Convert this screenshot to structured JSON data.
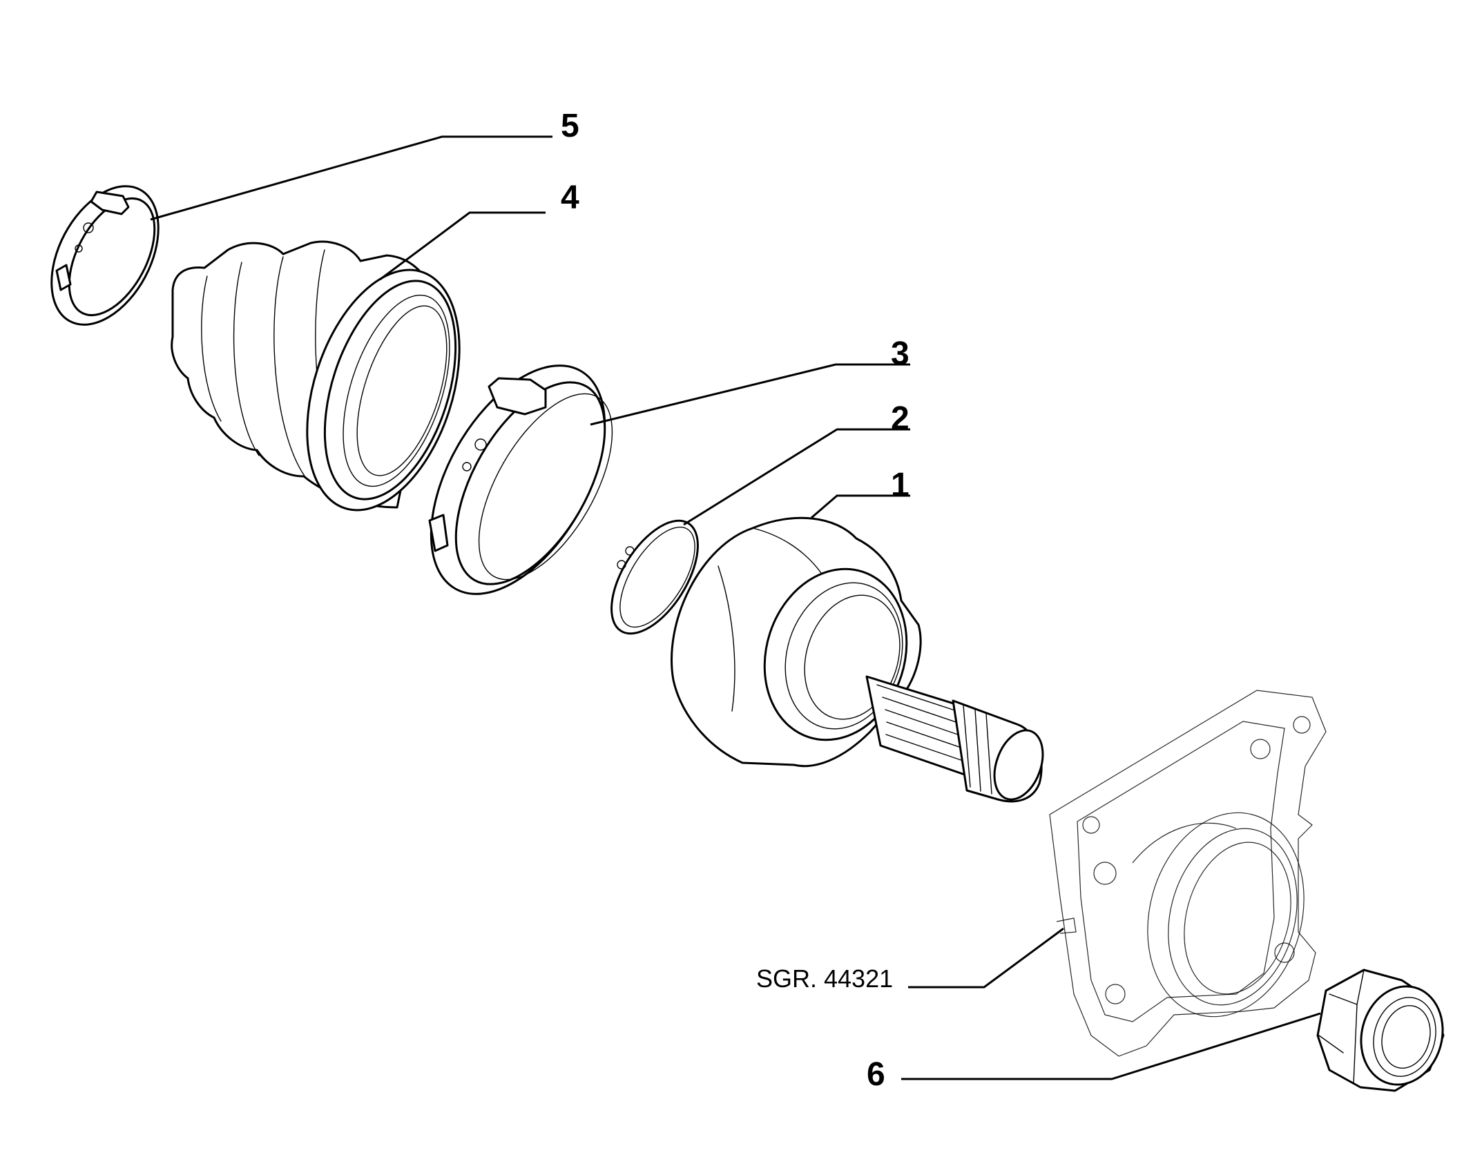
{
  "callouts": {
    "c1": "1",
    "c2": "2",
    "c3": "3",
    "c4": "4",
    "c5": "5",
    "c6": "6"
  },
  "reference": "SGR. 44321",
  "colors": {
    "ink": "#000000",
    "paper": "#ffffff"
  }
}
